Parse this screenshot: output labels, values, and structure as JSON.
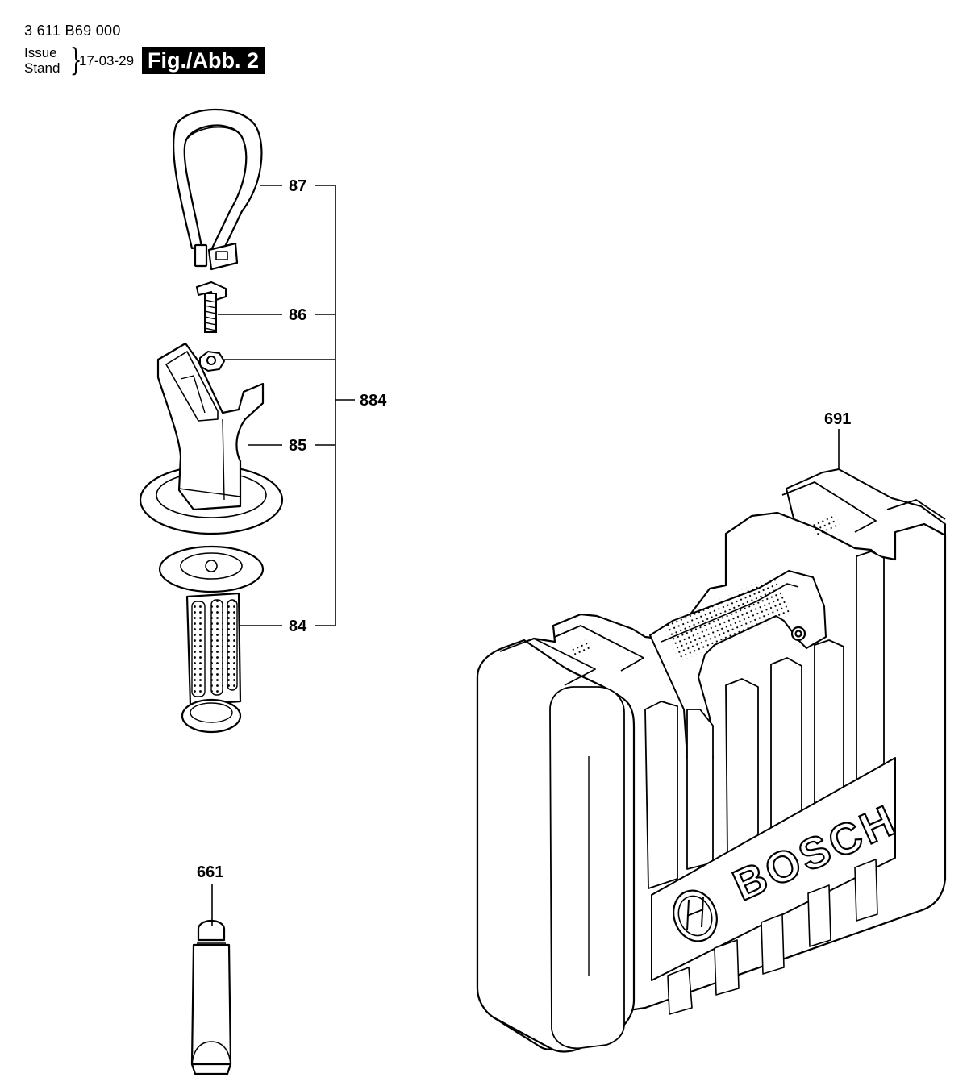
{
  "header": {
    "part_number": "3 611 B69 000",
    "issue_label": "Issue",
    "stand_label": "Stand",
    "date": "17-03-29",
    "figure_label": "Fig./Abb. 2"
  },
  "callouts": {
    "strap": "87",
    "screw": "86",
    "assembly": "884",
    "handle_body": "85",
    "grip": "84",
    "grease_tube": "661",
    "carrying_case": "691"
  },
  "case_brand": "BOSCH"
}
